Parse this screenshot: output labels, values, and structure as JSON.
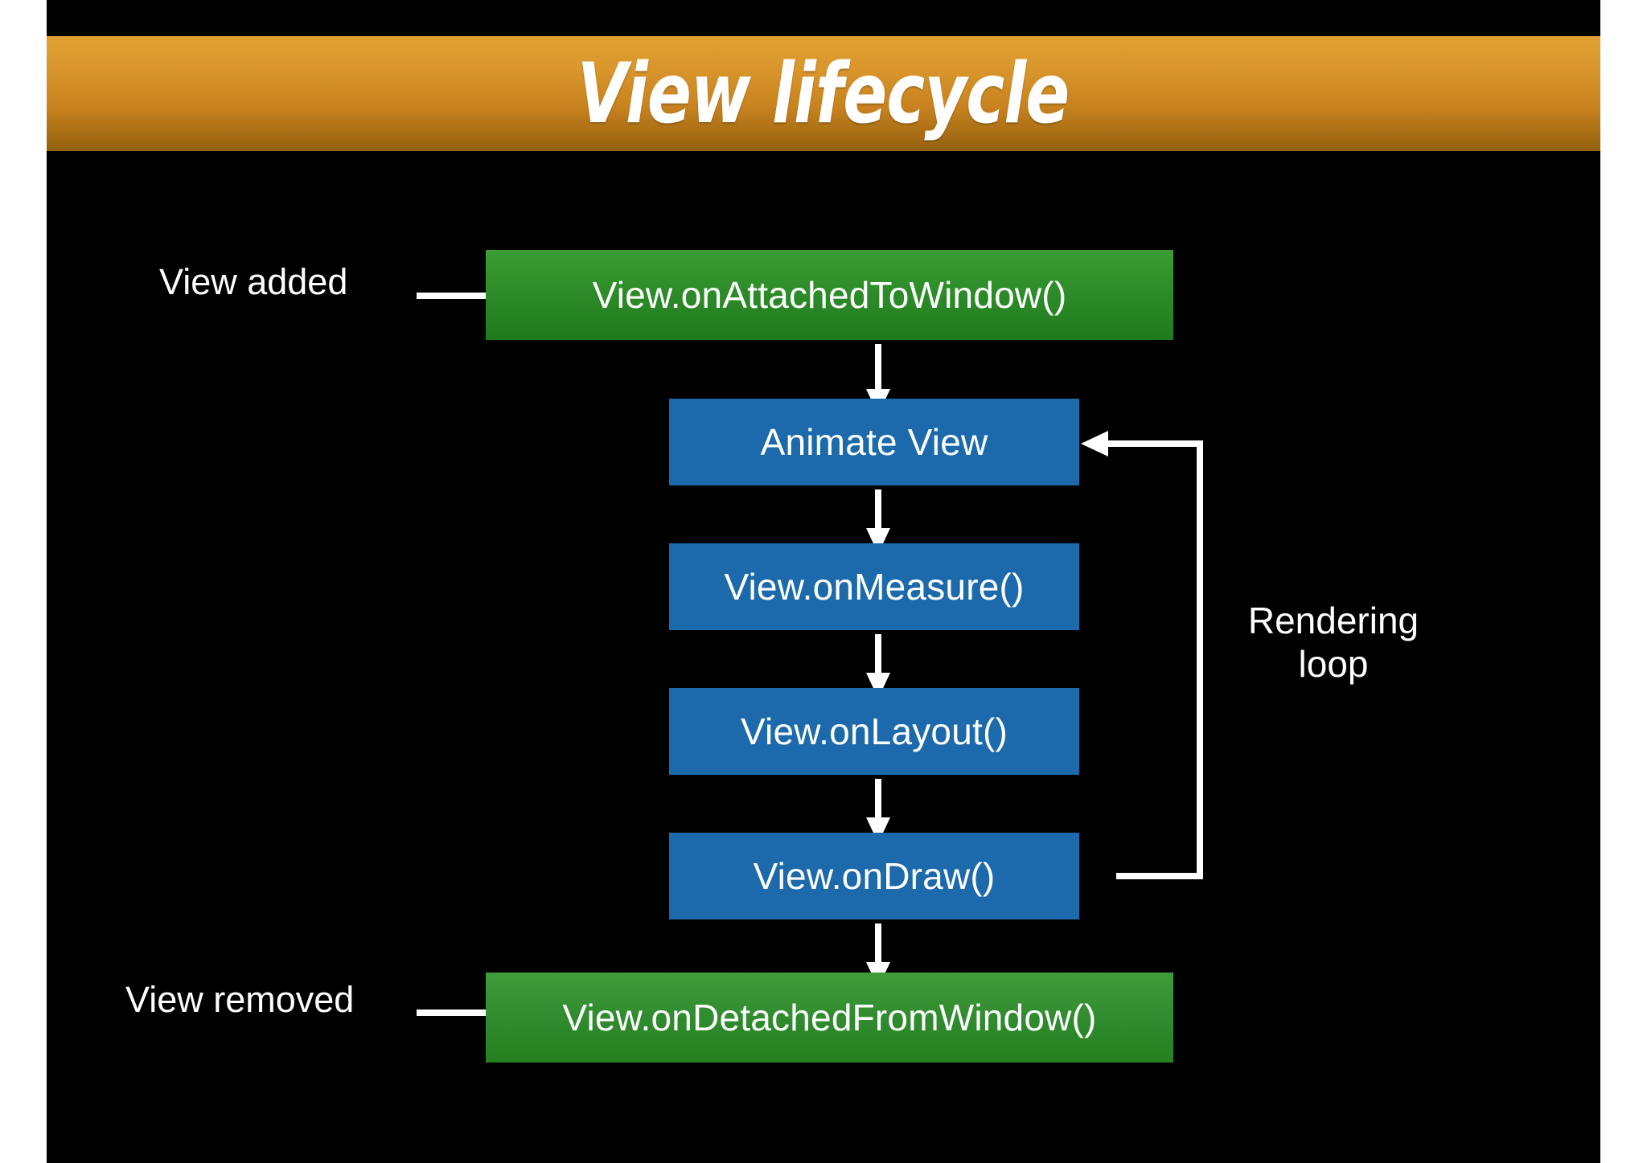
{
  "slide": {
    "title": "View lifecycle",
    "background_color": "#000000",
    "title_bar_colors": {
      "top": "#e2a033",
      "bottom": "#93610d"
    },
    "page_margin_color": "#ffffff"
  },
  "diagram": {
    "type": "flowchart",
    "colors": {
      "entry_exit_node": "#2f8f2b",
      "loop_node": "#1c6aab",
      "arrow": "#ffffff",
      "text": "#ffffff"
    },
    "entry_label": "View added",
    "exit_label": "View removed",
    "loop_label_line1": "Rendering",
    "loop_label_line2": "loop",
    "nodes": [
      {
        "id": "attached",
        "label": "View.onAttachedToWindow()",
        "kind": "green"
      },
      {
        "id": "animate",
        "label": "Animate View",
        "kind": "blue"
      },
      {
        "id": "measure",
        "label": "View.onMeasure()",
        "kind": "blue"
      },
      {
        "id": "layout",
        "label": "View.onLayout()",
        "kind": "blue"
      },
      {
        "id": "draw",
        "label": "View.onDraw()",
        "kind": "blue"
      },
      {
        "id": "detached",
        "label": "View.onDetachedFromWindow()",
        "kind": "green"
      }
    ],
    "edges": [
      {
        "from": "entry-label",
        "to": "attached",
        "style": "straight-right-arrow"
      },
      {
        "from": "attached",
        "to": "animate",
        "style": "down-arrow"
      },
      {
        "from": "animate",
        "to": "measure",
        "style": "down-arrow"
      },
      {
        "from": "measure",
        "to": "layout",
        "style": "down-arrow"
      },
      {
        "from": "layout",
        "to": "draw",
        "style": "down-arrow"
      },
      {
        "from": "draw",
        "to": "detached",
        "style": "down-arrow"
      },
      {
        "from": "draw",
        "to": "animate",
        "style": "loop-back-right",
        "label": "Rendering loop"
      },
      {
        "from": "exit-label",
        "to": "detached",
        "style": "straight-right-arrow"
      }
    ]
  }
}
